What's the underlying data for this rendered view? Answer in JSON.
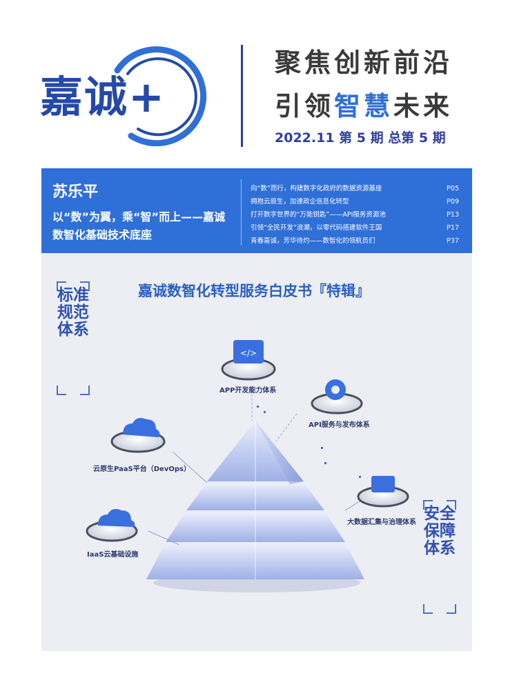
{
  "header": {
    "logo_text": "嘉诚+",
    "slogan_line1": "聚焦创新前沿",
    "slogan_line2_pre": "引领",
    "slogan_line2_highlight": "智慧",
    "slogan_line2_post": "未来",
    "issue": "2022.11 第 5 期 总第 5 期"
  },
  "lead": {
    "author": "苏乐平",
    "title_line1": "以“数”为翼，乘“智”而上——嘉诚",
    "title_line2": "数智化基础技术底座"
  },
  "toc": [
    {
      "title": "向“数”而行，构建数字化政府的数据资源基座",
      "page": "P05"
    },
    {
      "title": "拥抱云原生，加速政企信息化转型",
      "page": "P09"
    },
    {
      "title": "打开数字世界的“万能钥匙”——API服务资源池",
      "page": "P13"
    },
    {
      "title": "引领“全民开发”浪潮，以零代码搭建软件王国",
      "page": "P17"
    },
    {
      "title": "青春嘉诚，芳华待灼——数智化的领航员们",
      "page": "P37"
    }
  ],
  "feature": {
    "title": "嘉诚数智化转型服务白皮书『特辑』",
    "left_vertical": "标准规范体系",
    "right_vertical": "安全保障体系",
    "labels": {
      "app": "APP开发能力体系",
      "api": "API服务与发布体系",
      "paas": "云原生PaaS平台（DevOps）",
      "bigdata": "大数据汇集与治理体系",
      "iaas": "IaaS云基础设施"
    }
  },
  "colors": {
    "brand_blue": "#2f6fd8",
    "navy": "#2449a8",
    "panel_grey": "#eceef3"
  }
}
